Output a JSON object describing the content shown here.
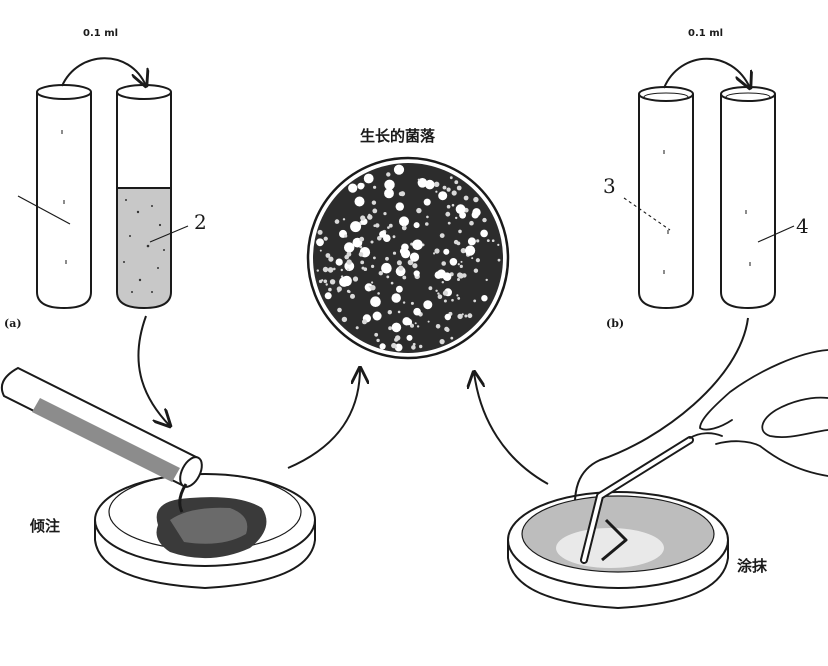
{
  "labels": {
    "volume_left": "0.1 ml",
    "volume_right": "0.1 ml",
    "colonies_title": "生长的菌落",
    "tube_2": "2",
    "tube_3": "3",
    "tube_4": "4",
    "panel_a": "(a)",
    "panel_b": "(b)",
    "pour": "倾注",
    "spread": "涂抹"
  },
  "colors": {
    "ink": "#1a1a1a",
    "paper": "#ffffff"
  }
}
